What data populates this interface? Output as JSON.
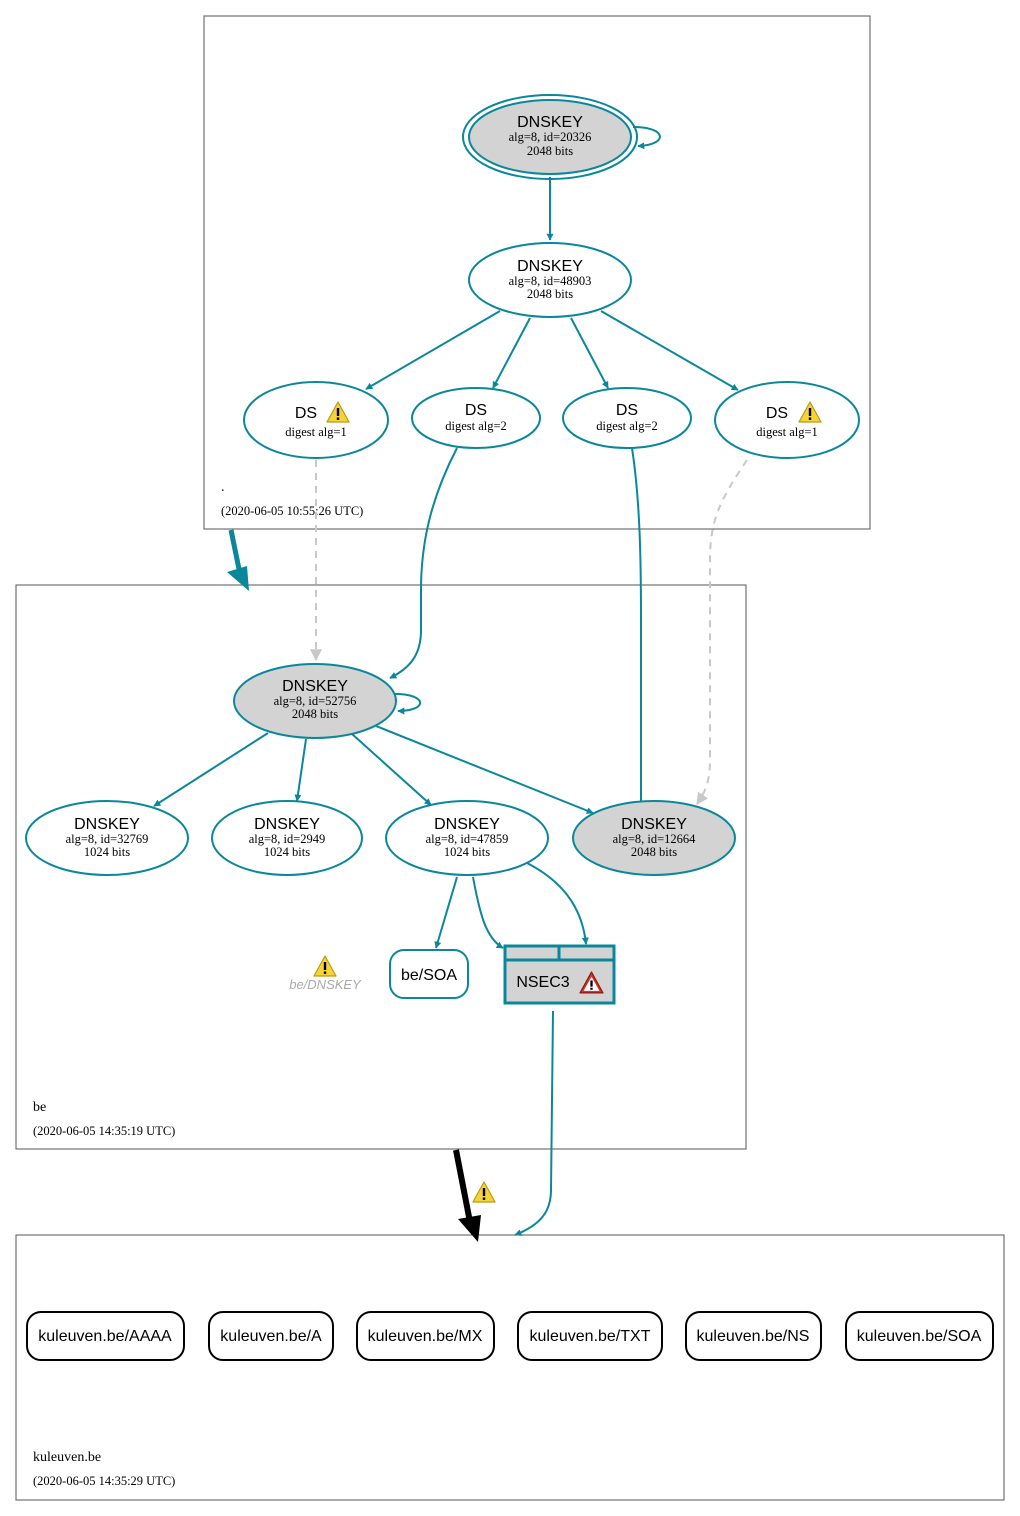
{
  "zones": {
    "root": {
      "label": ".",
      "timestamp": "(2020-06-05 10:55:26 UTC)"
    },
    "be": {
      "label": "be",
      "timestamp": "(2020-06-05 14:35:19 UTC)"
    },
    "kuleuven": {
      "label": "kuleuven.be",
      "timestamp": "(2020-06-05 14:35:29 UTC)"
    }
  },
  "nodes": {
    "root_ksk": {
      "title": "DNSKEY",
      "line1": "alg=8, id=20326",
      "line2": "2048 bits"
    },
    "root_zsk": {
      "title": "DNSKEY",
      "line1": "alg=8, id=48903",
      "line2": "2048 bits"
    },
    "ds1": {
      "title": "DS",
      "line1": "digest alg=1"
    },
    "ds2": {
      "title": "DS",
      "line1": "digest alg=2"
    },
    "ds3": {
      "title": "DS",
      "line1": "digest alg=2"
    },
    "ds4": {
      "title": "DS",
      "line1": "digest alg=1"
    },
    "be_ksk": {
      "title": "DNSKEY",
      "line1": "alg=8, id=52756",
      "line2": "2048 bits"
    },
    "be_k1": {
      "title": "DNSKEY",
      "line1": "alg=8, id=32769",
      "line2": "1024 bits"
    },
    "be_k2": {
      "title": "DNSKEY",
      "line1": "alg=8, id=2949",
      "line2": "1024 bits"
    },
    "be_k3": {
      "title": "DNSKEY",
      "line1": "alg=8, id=47859",
      "line2": "1024 bits"
    },
    "be_k4": {
      "title": "DNSKEY",
      "line1": "alg=8, id=12664",
      "line2": "2048 bits"
    },
    "be_dnskey_rrset": {
      "label": "be/DNSKEY"
    },
    "be_soa": {
      "label": "be/SOA"
    },
    "nsec3": {
      "label": "NSEC3"
    }
  },
  "records": [
    "kuleuven.be/AAAA",
    "kuleuven.be/A",
    "kuleuven.be/MX",
    "kuleuven.be/TXT",
    "kuleuven.be/NS",
    "kuleuven.be/SOA"
  ],
  "colors": {
    "edge": "#0a879a",
    "dashed_edge": "#c8c8c8",
    "node_fill_grey": "#d3d3d3",
    "warning_yellow": "#f5d33b",
    "error_red": "#d9342b",
    "delegation_arrow": "#000000"
  },
  "icons": [
    "warning-icon",
    "error-icon"
  ]
}
